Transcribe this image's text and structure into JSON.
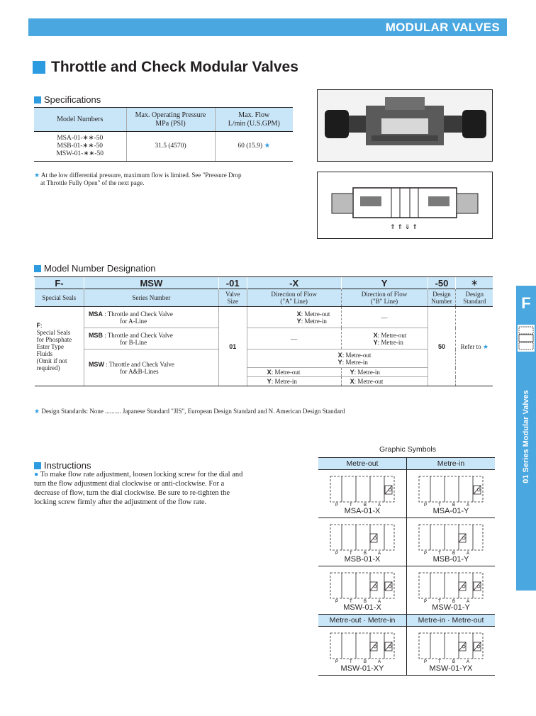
{
  "header": {
    "banner": "MODULAR VALVES"
  },
  "title": "Throttle and Check Modular Valves",
  "specifications": {
    "heading": "Specifications",
    "columns": [
      "Model Numbers",
      "Max. Operating Pressure",
      "MPa (PSI)",
      "Max. Flow",
      "L/min (U.S.GPM)"
    ],
    "models": [
      "MSA-01-∗∗-50",
      "MSB-01-∗∗-50",
      "MSW-01-∗∗-50"
    ],
    "pressure": "31.5 (4570)",
    "flow": "60 (15.9)",
    "star": "★",
    "note_line1": "At the low differential pressure, maximum flow is limited. See \"Pressure Drop",
    "note_line2": "at Throttle Fully Open\" of the next page."
  },
  "designation": {
    "heading": "Model Number Designation",
    "codes": [
      "F-",
      "MSW",
      "-01",
      "-X",
      "Y",
      "-50",
      "∗"
    ],
    "labels": {
      "special_seals": "Special Seals",
      "series_number": "Series Number",
      "valve_size_1": "Valve",
      "valve_size_2": "Size",
      "dir_a_1": "Direction of Flow",
      "dir_a_2": "(\"A\" Line)",
      "dir_b_1": "Direction of Flow",
      "dir_b_2": "(\"B\" Line)",
      "design_number_1": "Design",
      "design_number_2": "Number",
      "design_standard_1": "Design",
      "design_standard_2": "Standard"
    },
    "seals_code": "F",
    "seals_desc": [
      "Special Seals",
      "for Phosphate",
      "Ester Type",
      "Fluids",
      "(Omit if not",
      "required)"
    ],
    "series": [
      {
        "code": "MSA",
        "desc1": ": Throttle and Check Valve",
        "desc2": "for A-Line"
      },
      {
        "code": "MSB",
        "desc1": ": Throttle and Check Valve",
        "desc2": "for B-Line"
      },
      {
        "code": "MSW",
        "desc1": ": Throttle and Check Valve",
        "desc2": "for A&B-Lines"
      }
    ],
    "size": "01",
    "x_code": "X",
    "y_code": "Y",
    "metre_out": ": Metre-out",
    "metre_in": ": Metre-in",
    "dash": "—",
    "design_number": "50",
    "refer_to": "Refer to",
    "footnote": "Design Standards: None .......... Japanese Standard \"JIS\", European Design Standard and N. American Design Standard"
  },
  "sidebar": {
    "letter": "F",
    "label": "01 Series Modular Valves"
  },
  "instructions": {
    "heading": "Instructions",
    "text": "To make flow rate adjustment, loosen locking screw for the dial and turn the flow adjustment dial clockwise or anti-clockwise. For a decrease of flow, turn the dial clockwise. Be sure to re-tighten the locking screw firmly after the adjustment of the flow rate."
  },
  "graphic_symbols": {
    "title": "Graphic Symbols",
    "header1": [
      "Metre-out",
      "Metre-in"
    ],
    "header2": [
      "Metre-out · Metre-in",
      "Metre-in · Metre-out"
    ],
    "port_labels": [
      "P",
      "T",
      "B",
      "A"
    ],
    "models": [
      "MSA-01-X",
      "MSA-01-Y",
      "MSB-01-X",
      "MSB-01-Y",
      "MSW-01-X",
      "MSW-01-Y",
      "MSW-01-XY",
      "MSW-01-YX"
    ]
  }
}
